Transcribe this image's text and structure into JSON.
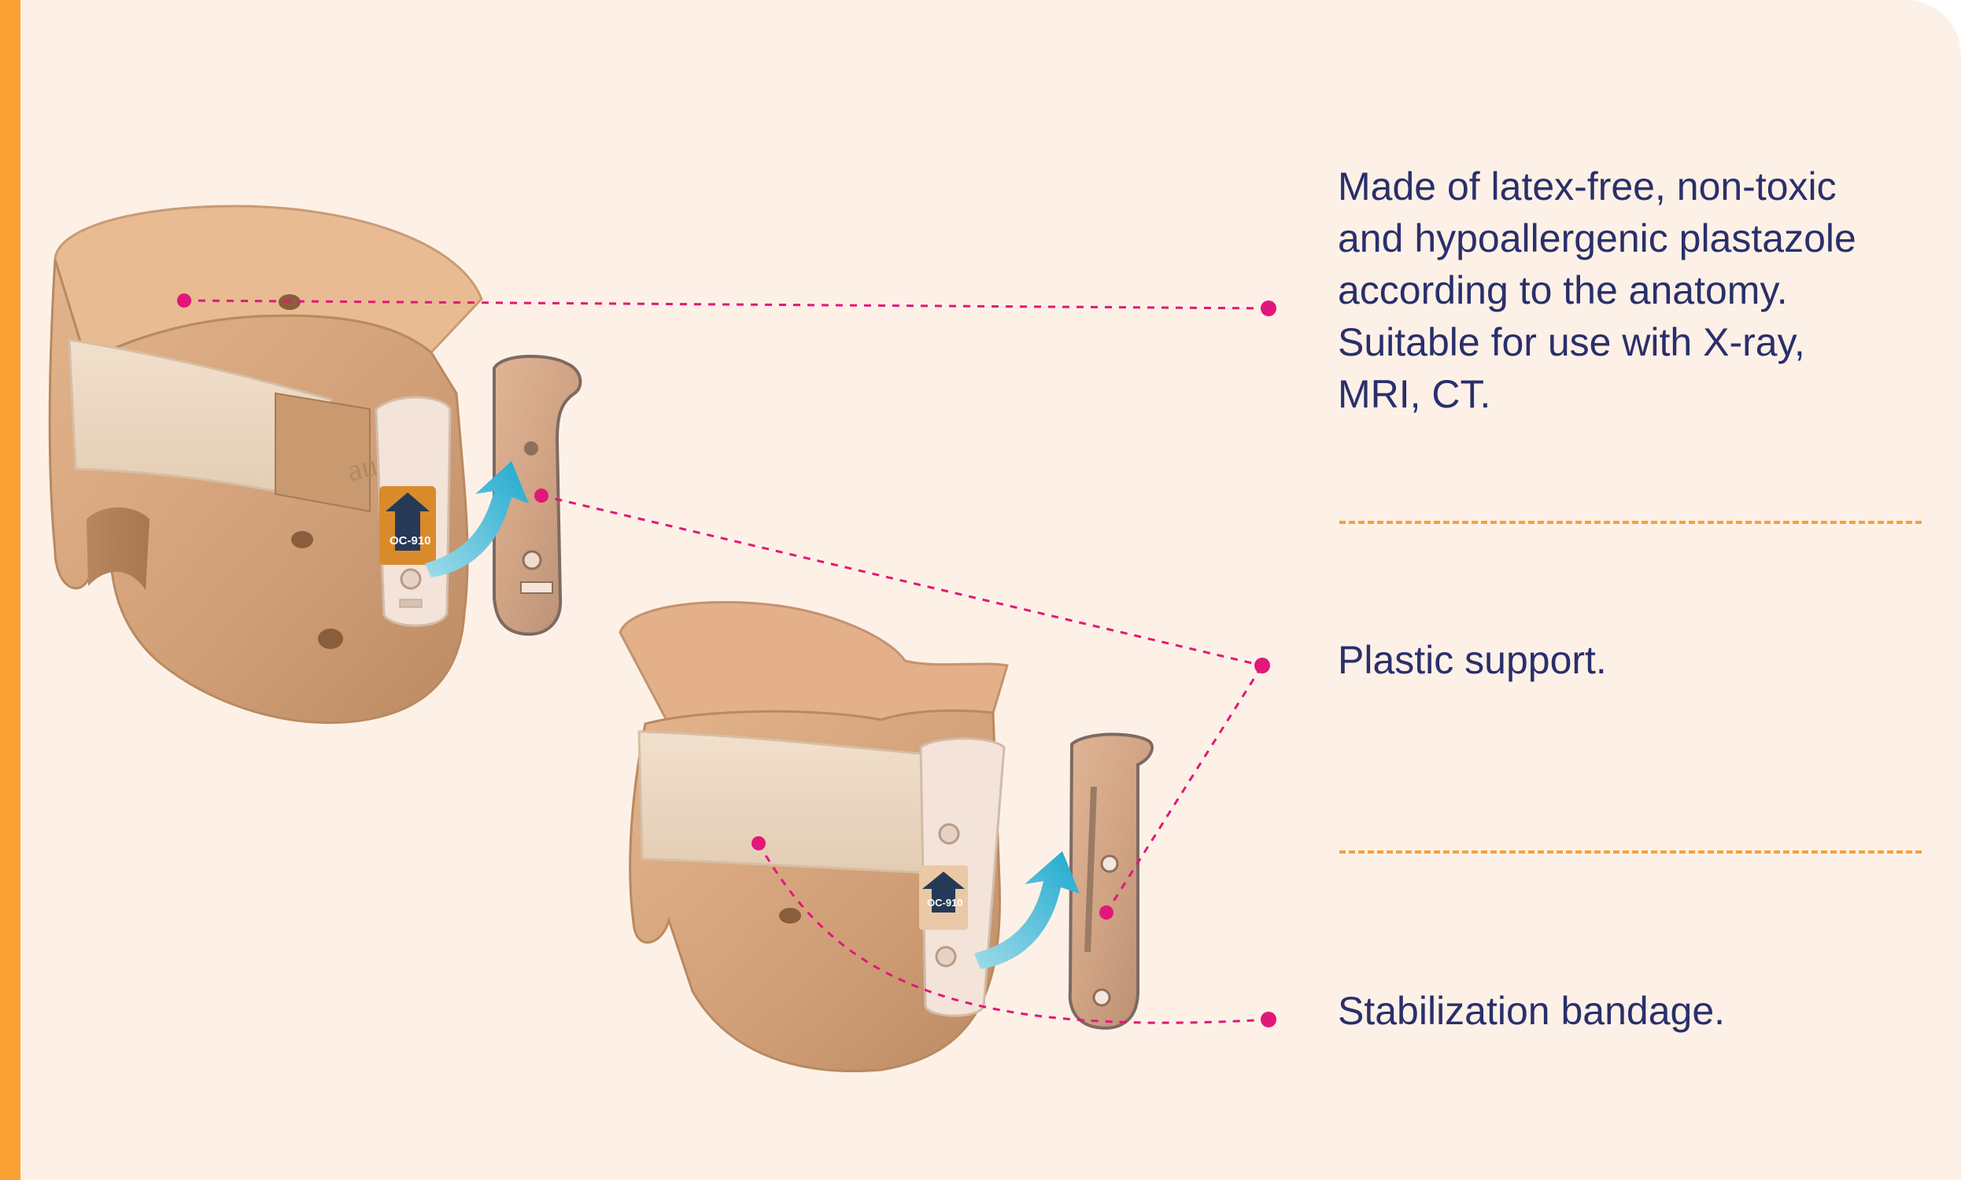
{
  "features": {
    "material_lines": [
      "Made of latex-free, non-toxic",
      "and hypoallergenic plastazole",
      "according to the anatomy.",
      "Suitable for use with X-ray,",
      "MRI, CT."
    ],
    "support": "Plastic support.",
    "bandage": "Stabilization bandage."
  },
  "product_labels": {
    "brand_mark": "aurafix",
    "model_large": "OC-910",
    "model_small": "OC-910"
  },
  "colors": {
    "background": "#fdf1e7",
    "accent_bar": "#f9a033",
    "text": "#2a2f6b",
    "callout": "#e2177a",
    "divider": "#f4a23c",
    "arrow": "#3ab6d6",
    "foam": "#d7a57e",
    "strap": "#ecd7c1"
  },
  "icons": {
    "insert_arrow": "curved-arrow-icon",
    "callout_dot": "callout-dot-icon"
  }
}
